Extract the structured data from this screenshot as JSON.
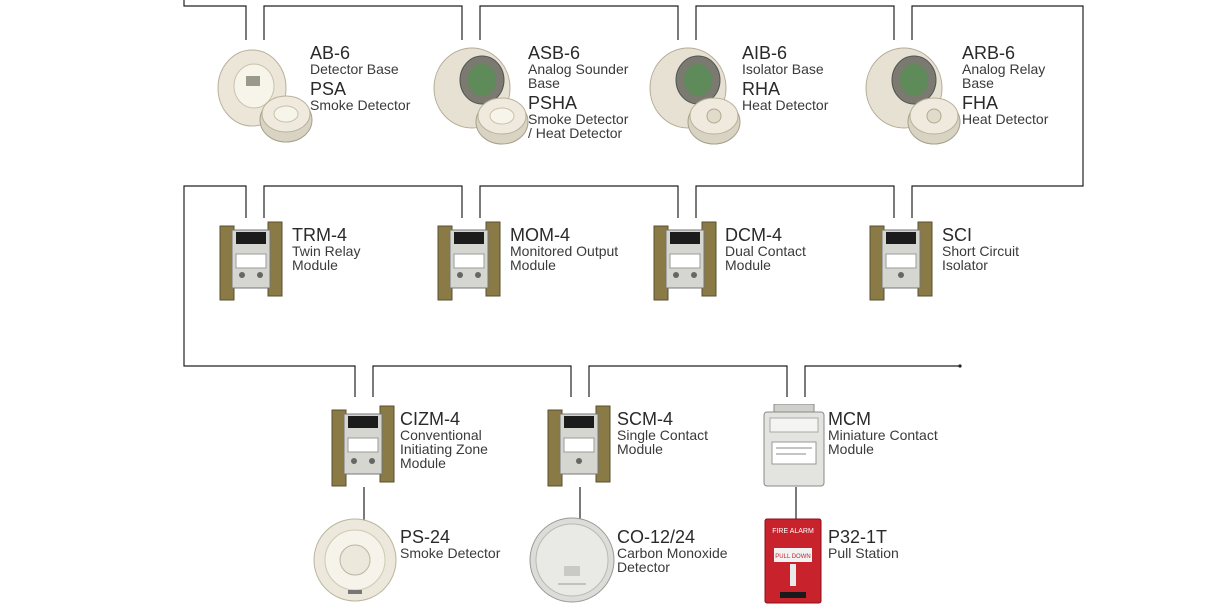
{
  "devices": {
    "ab6": {
      "code": "AB-6",
      "desc": "Detector Base"
    },
    "psa": {
      "code": "PSA",
      "desc": "Smoke Detector"
    },
    "asb6": {
      "code": "ASB-6",
      "desc": "Analog Sounder\nBase"
    },
    "psha": {
      "code": "PSHA",
      "desc": "Smoke Detector\n/ Heat Detector"
    },
    "aib6": {
      "code": "AIB-6",
      "desc": "Isolator Base"
    },
    "rha": {
      "code": "RHA",
      "desc": "Heat Detector"
    },
    "arb6": {
      "code": "ARB-6",
      "desc": "Analog Relay\nBase"
    },
    "fha": {
      "code": "FHA",
      "desc": "Heat Detector"
    },
    "trm4": {
      "code": "TRM-4",
      "desc": "Twin Relay\nModule"
    },
    "mom4": {
      "code": "MOM-4",
      "desc": "Monitored Output\nModule"
    },
    "dcm4": {
      "code": "DCM-4",
      "desc": "Dual Contact\nModule"
    },
    "sci": {
      "code": "SCI",
      "desc": "Short Circuit\nIsolator"
    },
    "cizm4": {
      "code": "CIZM-4",
      "desc": "Conventional\nInitiating Zone\nModule"
    },
    "scm4": {
      "code": "SCM-4",
      "desc": "Single Contact\nModule"
    },
    "mcm": {
      "code": "MCM",
      "desc": "Miniature Contact\nModule"
    },
    "ps24": {
      "code": "PS-24",
      "desc": "Smoke Detector"
    },
    "co1224": {
      "code": "CO-12/24",
      "desc": "Carbon Monoxide\nDetector"
    },
    "p321t": {
      "code": "P32-1T",
      "desc": "Pull Station"
    }
  },
  "pull_station_label": {
    "top": "FIRE ALARM",
    "handle": "PULL DOWN"
  },
  "colors": {
    "wire": "#222222",
    "detector": "#e9e5d8",
    "plate": "#8a7a45",
    "pull_station": "#c8232c"
  }
}
